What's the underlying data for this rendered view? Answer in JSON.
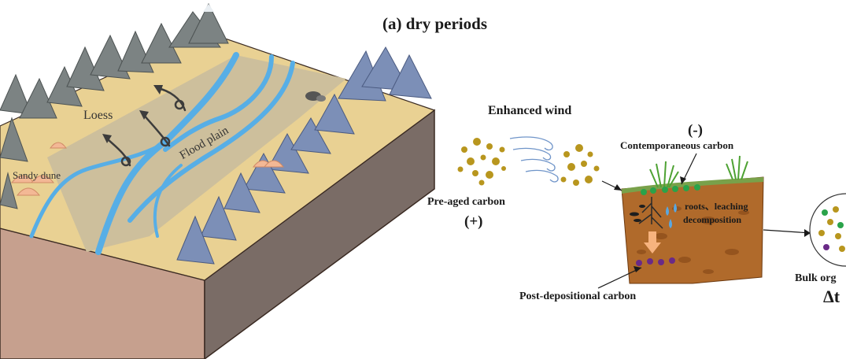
{
  "title": "(a) dry periods",
  "landscape": {
    "loess": "Loess",
    "sandy_dune": "Sandy dune",
    "flood_plain": "Flood plain"
  },
  "process": {
    "enhanced_wind": "Enhanced wind",
    "minus_sign": "(-)",
    "contemporaneous_carbon": "Contemporaneous carbon",
    "pre_aged_carbon": "Pre-aged carbon",
    "plus_sign": "(+)",
    "roots_leaching": "roots、leaching",
    "decomposition": "decomposition",
    "post_depositional_carbon": "Post-depositional carbon",
    "bulk_organic": "Bulk org",
    "delta_t": "Δt"
  },
  "colors": {
    "sand": "#e9d193",
    "flood_plain": "#cdbf9c",
    "river": "#57aee6",
    "mountain_grey": "#7c8383",
    "mountain_blue": "#7c8fb7",
    "soil": "#b06a2b",
    "front_face": "#c6a08e",
    "side_face": "#7a6c66",
    "carbon_gold": "#b8961e",
    "contemporary_green": "#2aa34a",
    "post_depositional_purple": "#6a2a87"
  }
}
